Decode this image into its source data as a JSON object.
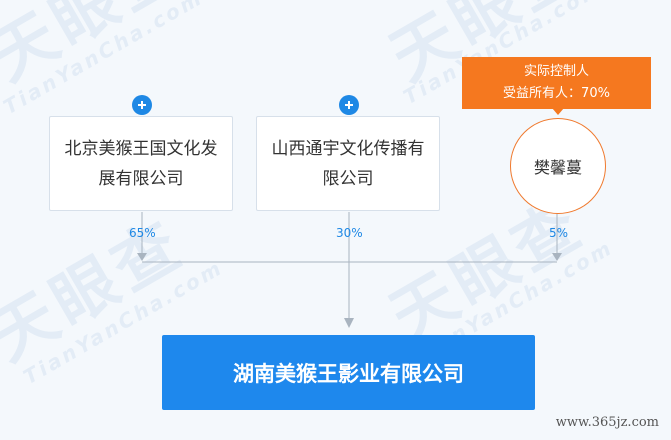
{
  "watermark": {
    "brand": "天眼查",
    "latin": "TianYanCha.com"
  },
  "shareholders": [
    {
      "name": "北京美猴王国文化发展有限公司",
      "line1": "北京美猴王国文化发",
      "line2": "展有限公司",
      "percent": "65%"
    },
    {
      "name": "山西通宇文化传播有限公司",
      "line1": "山西通宇文化传播有",
      "line2": "限公司",
      "percent": "30%"
    }
  ],
  "person": {
    "name": "樊馨蔓",
    "percent": "5%"
  },
  "controller_badge": {
    "title": "实际控制人",
    "benefit": "受益所有人：70%"
  },
  "target": {
    "name": "湖南美猴王影业有限公司"
  },
  "site_label": "www.365jz.com",
  "colors": {
    "primary": "#1e88ed",
    "accent": "#f5781f",
    "line": "#a9b4c0"
  }
}
